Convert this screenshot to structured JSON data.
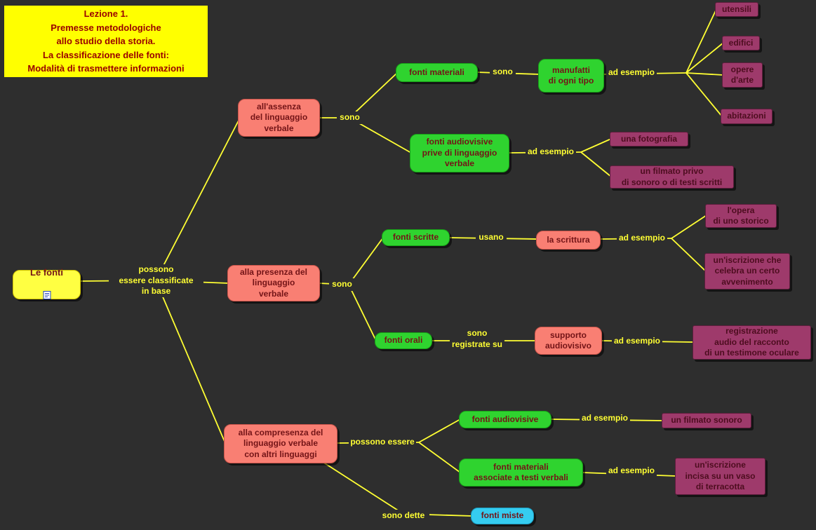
{
  "title": "Lezione 1.\nPremesse metodologiche\nallo studio della storia.\nLa classificazione delle fonti:\nModalità di trasmettere informazioni",
  "colors": {
    "background": "#2e2e2e",
    "connector_line": "#ffff33",
    "label_text": "#ffff33",
    "title_bg": "#ffff00",
    "title_text": "#990000",
    "node_text": "#731417",
    "yellow_node": "#ffff42",
    "salmon_node": "#f97f73",
    "green_node": "#2fd32f",
    "purple_node": "#9e3a6b",
    "cyan_node": "#35ccf0"
  },
  "nodes": {
    "root": "Le fonti",
    "assenza": "all'assenza\ndel linguaggio\nverbale",
    "presenza": "alla presenza del\nlinguaggio\nverbale",
    "compresenza": "alla compresenza del\nlinguaggio verbale\ncon altri linguaggi",
    "fonti_materiali": "fonti materiali",
    "manufatti": "manufatti\ndi ogni tipo",
    "fonti_audiovisive_prive": "fonti audiovisive\nprive di linguaggio\nverbale",
    "fonti_scritte": "fonti scritte",
    "la_scrittura": "la scrittura",
    "fonti_orali": "fonti orali",
    "supporto_audiovisivo": "supporto\naudiovisivo",
    "fonti_audiovisive": "fonti audiovisive",
    "fonti_materiali_testi": "fonti materiali\nassociate a testi verbali",
    "fonti_miste": "fonti miste",
    "utensili": "utensili",
    "edifici": "edifici",
    "opere_arte": "opere\nd'arte",
    "abitazioni": "abitazioni",
    "una_fotografia": "una fotografia",
    "filmato_privo": "un filmato privo\ndi sonoro o di testi scritti",
    "opera_storico": "l'opera\ndi uno storico",
    "iscrizione_celebra": "un'iscrizione che\ncelebra un certo\navvenimento",
    "registrazione_audio": "registrazione\naudio del racconto\ndi un testimone oculare",
    "filmato_sonoro": "un filmato sonoro",
    "iscrizione_vaso": "un'iscrizione\nincisa su un vaso\ndi terracotta"
  },
  "labels": {
    "in_base": "possono\nessere classificate\nin base",
    "sono": "sono",
    "usano": "usano",
    "registrate_su": "sono\nregistrate su",
    "possono_essere": "possono essere",
    "sono_dette": "sono dette",
    "ad_esempio": "ad esempio"
  }
}
